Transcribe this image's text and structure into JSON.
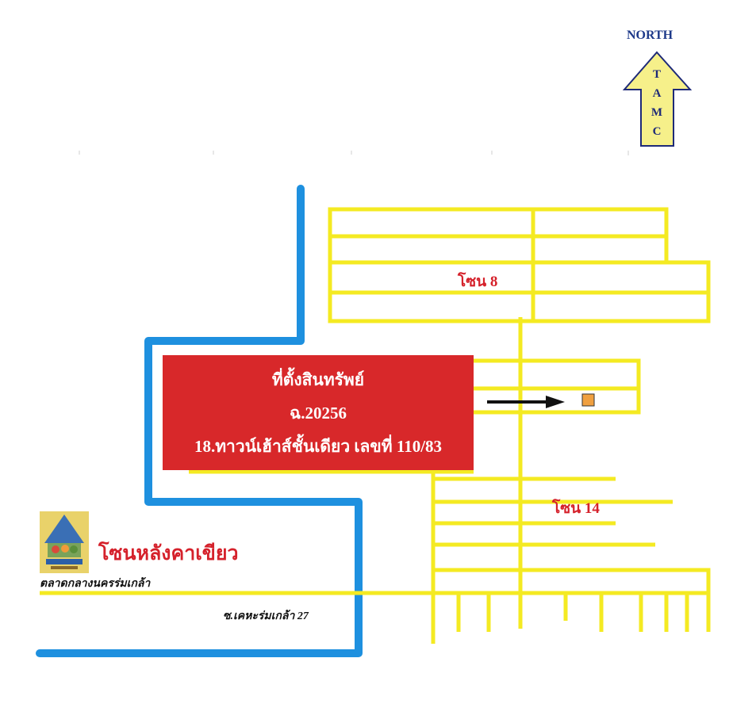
{
  "compass": {
    "title": "NORTH",
    "letters": [
      "T",
      "A",
      "M",
      "C"
    ]
  },
  "zones": {
    "zone_8": "โซน 8",
    "zone_14": "โซน 14",
    "zone_back_market": "โซนหลังคาเขียว"
  },
  "property": {
    "line1": "ที่ตั้งสินทรัพย์",
    "line2": "ฉ.20256",
    "line3": "18.ทาวน์เฮ้าส์ชั้นเดียว เลขที่ 110/83"
  },
  "places": {
    "market_name": "ตลาดกลางนครร่มเกล้า",
    "soi_name": "ซ.เคหะร่มเกล้า 27"
  },
  "colors": {
    "road_blue": "#1e90df",
    "lane_yellow": "#f4ea22",
    "property_red": "#d8282a",
    "label_red": "#d5212b",
    "marker_orange": "#f0a040",
    "arrow_fill": "#f6f08a"
  }
}
